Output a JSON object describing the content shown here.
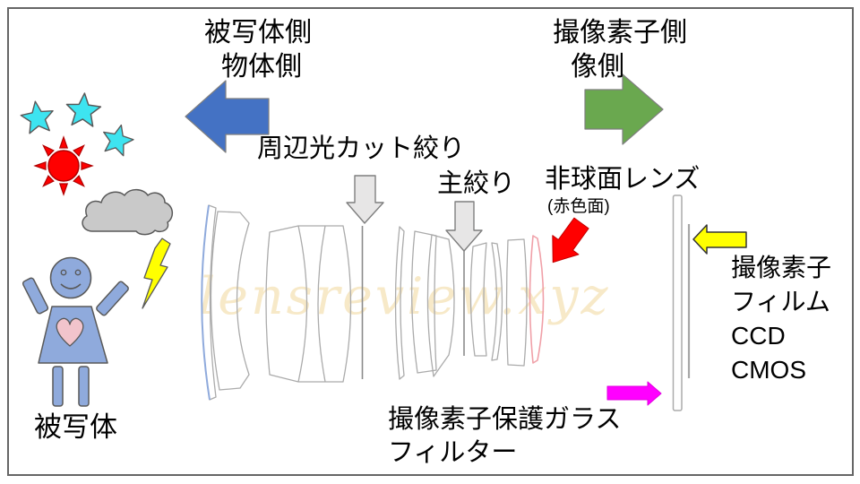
{
  "slide": {
    "headers": {
      "left": {
        "line1": "被写体側",
        "line2": "物体側"
      },
      "right": {
        "line1": "撮像素子側",
        "line2": "像側"
      }
    },
    "annotations": {
      "peripheral_light_cut_aperture": "周辺光カット絞り",
      "main_aperture": "主絞り",
      "aspherical_lens": "非球面レンズ",
      "aspherical_lens_note": "(赤色面)",
      "sensor_stack": {
        "line1": "撮像素子",
        "line2": "フィルム",
        "line3": "CCD",
        "line4": "CMOS"
      },
      "cover_glass_line1": "撮像素子保護ガラス",
      "cover_glass_line2": "フィルター",
      "subject": "被写体"
    },
    "watermark": "lensreview.xyz",
    "colors": {
      "object_side_arrow": "#4472C4",
      "image_side_arrow": "#6AA84F",
      "aperture_arrows": "#E7E6E6",
      "aspherical_arrow": "#FF0000",
      "sensor_arrow": "#FFFF00",
      "cover_glass_arrow": "#FF00FF",
      "figure_body": "#8FAADC",
      "stars": "#3DE4F0",
      "sun": "#FF0000",
      "cloud": "#C9C9C9",
      "lightning": "#FFFF00",
      "heart": "#F2C4CC",
      "lens_outline": "#ABABAB",
      "front_blue_surface": "#8FAADC",
      "aspherical_red_surface": "#F0A0A8"
    }
  }
}
